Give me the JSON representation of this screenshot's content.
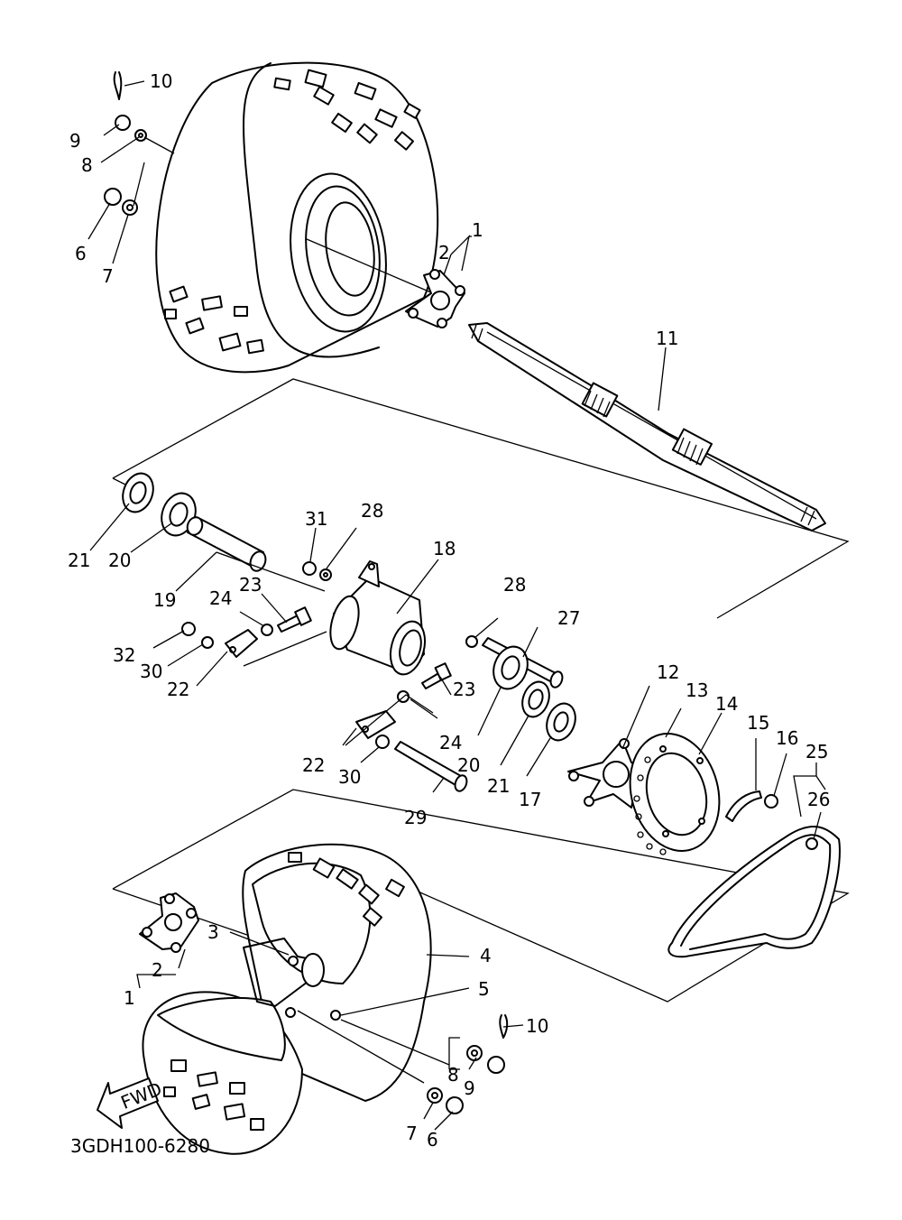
{
  "drawing_code": "3GDH100-6280",
  "direction_arrow": "FWD",
  "callouts": [
    "1",
    "2",
    "3",
    "4",
    "5",
    "6",
    "7",
    "8",
    "9",
    "10",
    "11",
    "12",
    "13",
    "14",
    "15",
    "16",
    "17",
    "18",
    "19",
    "20",
    "21",
    "22",
    "23",
    "24",
    "25",
    "26",
    "27",
    "28",
    "29",
    "30",
    "31",
    "32"
  ]
}
